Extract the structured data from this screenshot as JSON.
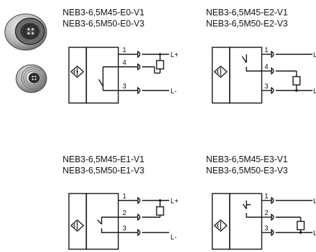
{
  "connectors": {
    "photo_top": "m12-connector-photo",
    "photo_bottom": "m12-connector-photo"
  },
  "diagrams": [
    {
      "models": [
        "NEB3-6,5M45-E0-V1",
        "NEB3-6,5M50-E0-V3"
      ],
      "pins": [
        "1",
        "4",
        "3"
      ],
      "supply_pos": "L+",
      "supply_neg": "L-"
    },
    {
      "models": [
        "NEB3-6,5M45-E2-V1",
        "NEB3-6,5M50-E2-V3"
      ],
      "pins": [
        "1",
        "4",
        "3"
      ],
      "supply_pos": "L",
      "supply_neg": "L"
    },
    {
      "models": [
        "NEB3-6,5M45-E1-V1",
        "NEB3-6,5M50-E1-V3"
      ],
      "pins": [
        "1",
        "2",
        "3"
      ],
      "supply_pos": "L+",
      "supply_neg": "L-"
    },
    {
      "models": [
        "NEB3-6,5M45-E3-V1",
        "NEB3-6,5M50-E3-V3"
      ],
      "pins": [
        "1",
        "2",
        "3"
      ],
      "supply_pos": "L",
      "supply_neg": "L"
    }
  ]
}
